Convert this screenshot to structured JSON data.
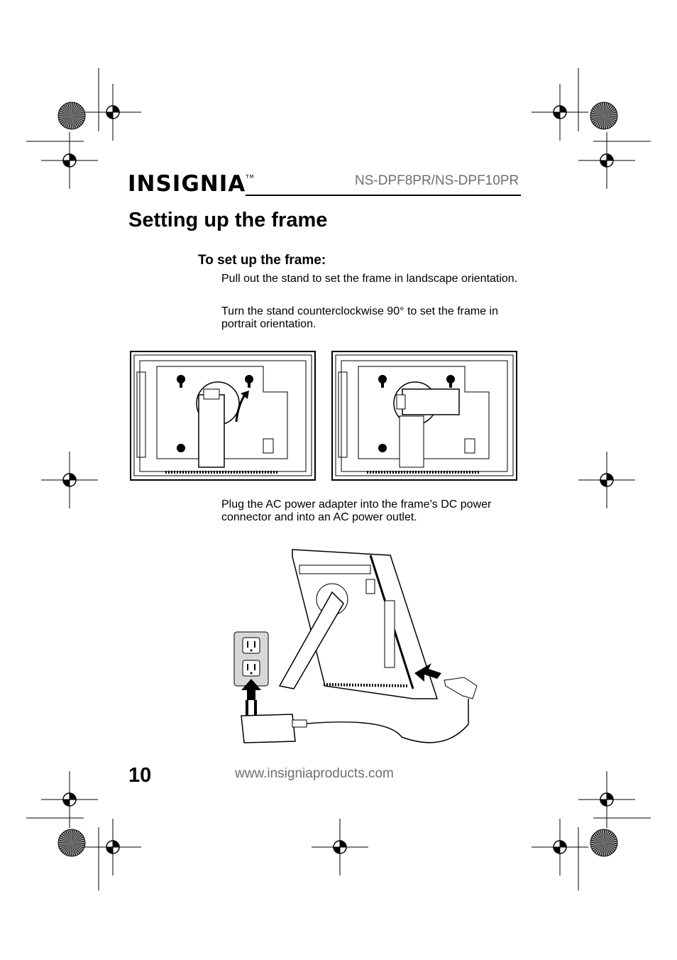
{
  "header": {
    "logo_text": "INSIGNIA",
    "logo_tm": "TM",
    "model": "NS-DPF8PR/NS-DPF10PR"
  },
  "section": {
    "title": "Setting up the frame",
    "procedure_heading": "To set up the frame:",
    "steps": [
      "Pull out the stand to set the frame in landscape orientation.",
      "Turn the stand counterclockwise 90° to set the frame in portrait orientation.",
      "Plug the AC power adapter into the frame’s DC power connector and into an AC power outlet."
    ]
  },
  "footer": {
    "page_number": "10",
    "url": "www.insigniaproducts.com"
  }
}
